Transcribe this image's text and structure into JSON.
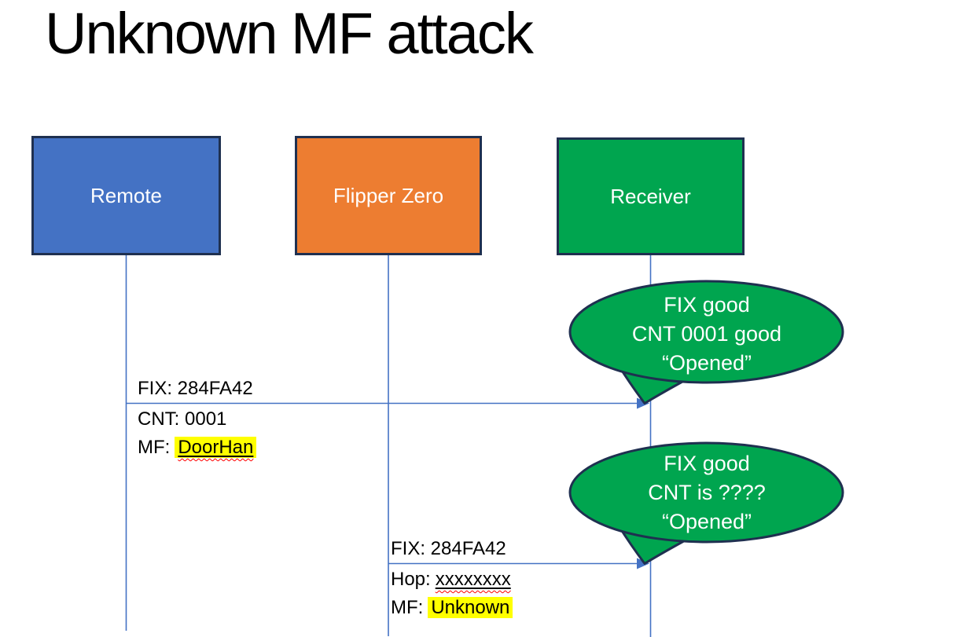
{
  "slide": {
    "title": "Unknown MF attack",
    "background": "#FFFFFF"
  },
  "actors": [
    {
      "label": "Remote",
      "fill": "#4472C4",
      "border": "#1F3050"
    },
    {
      "label": "Flipper Zero",
      "fill": "#ED7D31",
      "border": "#1F3050"
    },
    {
      "label": "Receiver",
      "fill": "#00A54F",
      "border": "#1F3050"
    }
  ],
  "messages": [
    {
      "above": "FIX: 284FA42",
      "below_line1": "CNT: 0001",
      "below_line2_prefix": "MF:",
      "below_line2_value": "DoorHan"
    },
    {
      "above": "FIX: 284FA42",
      "below_line1_prefix": "Hop:",
      "below_line1_value": "xxxxxxxx",
      "below_line2_prefix": "MF:",
      "below_line2_value": "Unknown"
    }
  ],
  "callouts": [
    {
      "lines": [
        "FIX good",
        "CNT 0001 good",
        "“Opened”"
      ],
      "fill": "#00A54F",
      "border": "#1F3050",
      "text_color": "#FFFFFF"
    },
    {
      "lines": [
        "FIX good",
        "CNT is ????",
        "“Opened”"
      ],
      "fill": "#00A54F",
      "border": "#1F3050",
      "text_color": "#FFFFFF"
    }
  ],
  "colors": {
    "connector": "#4472C4",
    "highlight": "#FFFF00",
    "squiggle": "#FF0000",
    "title_text": "#000000",
    "label_text": "#000000"
  }
}
